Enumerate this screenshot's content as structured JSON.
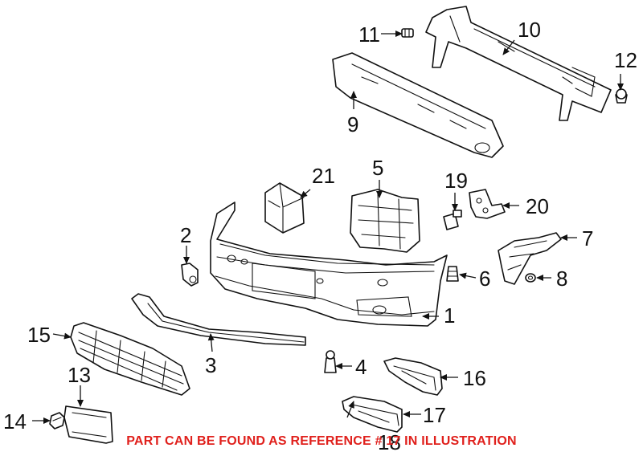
{
  "callouts": {
    "c1": "1",
    "c2": "2",
    "c3": "3",
    "c4": "4",
    "c5": "5",
    "c6": "6",
    "c7": "7",
    "c8": "8",
    "c9": "9",
    "c10": "10",
    "c11": "11",
    "c12": "12",
    "c13": "13",
    "c14": "14",
    "c15": "15",
    "c16": "16",
    "c17": "17",
    "c18": "18",
    "c19": "19",
    "c20": "20",
    "c21": "21"
  },
  "footer_note": "PART CAN BE FOUND AS REFERENCE # 17 IN ILLUSTRATION",
  "colors": {
    "line": "#111111",
    "note": "#e0201c",
    "background": "#ffffff"
  }
}
